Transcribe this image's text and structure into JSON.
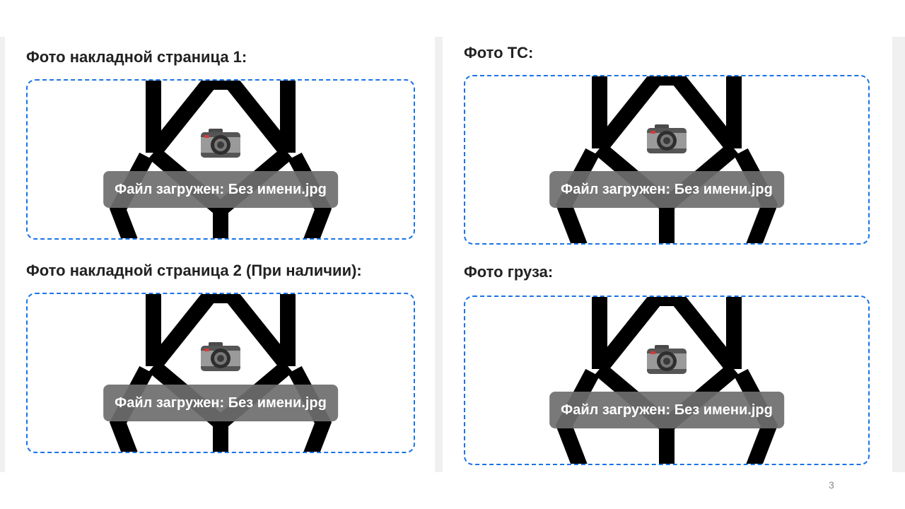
{
  "slide": {
    "page_number": "3"
  },
  "uploads": [
    {
      "label": "Фото накладной страница 1:",
      "status": "Файл загружен: Без имени.jpg",
      "icon": "camera-icon"
    },
    {
      "label": "Фото накладной страница 2 (При наличии):",
      "status": "Файл загружен: Без имени.jpg",
      "icon": "camera-icon"
    },
    {
      "label": "Фото ТС:",
      "status": "Файл загружен: Без имени.jpg",
      "icon": "camera-icon"
    },
    {
      "label": "Фото груза:",
      "status": "Файл загружен: Без имени.jpg",
      "icon": "camera-icon"
    }
  ],
  "colors": {
    "dropzone_border": "#1a73e8",
    "status_bg": "#6e6e6e",
    "status_text": "#ffffff"
  }
}
